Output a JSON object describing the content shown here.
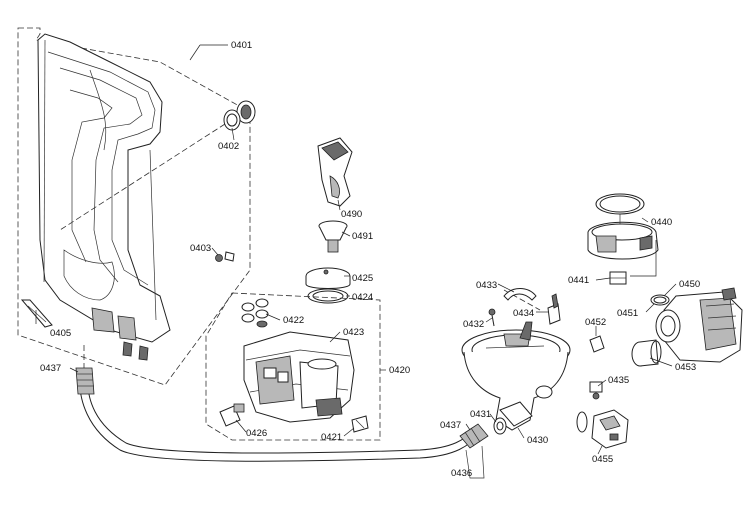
{
  "labels": {
    "l0401": "0401",
    "l0402": "0402",
    "l0403": "0403",
    "l0405": "0405",
    "l0437a": "0437",
    "l0490": "0490",
    "l0491": "0491",
    "l0425": "0425",
    "l0424": "0424",
    "l0422": "0422",
    "l0423": "0423",
    "l0420": "0420",
    "l0426": "0426",
    "l0421": "0421",
    "l0433": "0433",
    "l0432": "0432",
    "l0434": "0434",
    "l0452": "0452",
    "l0440": "0440",
    "l0441": "0441",
    "l0450": "0450",
    "l0451": "0451",
    "l0453": "0453",
    "l0435": "0435",
    "l0431": "0431",
    "l0437b": "0437",
    "l0430": "0430",
    "l0436": "0436",
    "l0455": "0455"
  }
}
